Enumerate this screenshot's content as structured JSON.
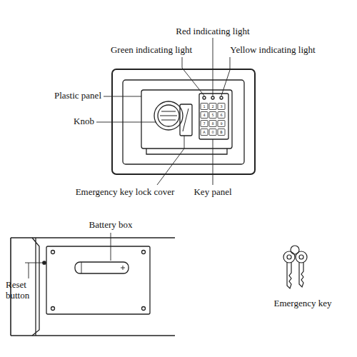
{
  "diagram": {
    "labels": [
      "Red indicating light",
      "Green indicating light",
      "Yellow indicating light",
      "Plastic panel",
      "Knob",
      "Emergency key lock cover",
      "Key panel",
      "Battery box",
      "Reset button",
      "Emergency key",
      "1",
      "2",
      "3",
      "4",
      "5",
      "6",
      "7",
      "8",
      "9",
      "A",
      "0",
      "B"
    ]
  }
}
